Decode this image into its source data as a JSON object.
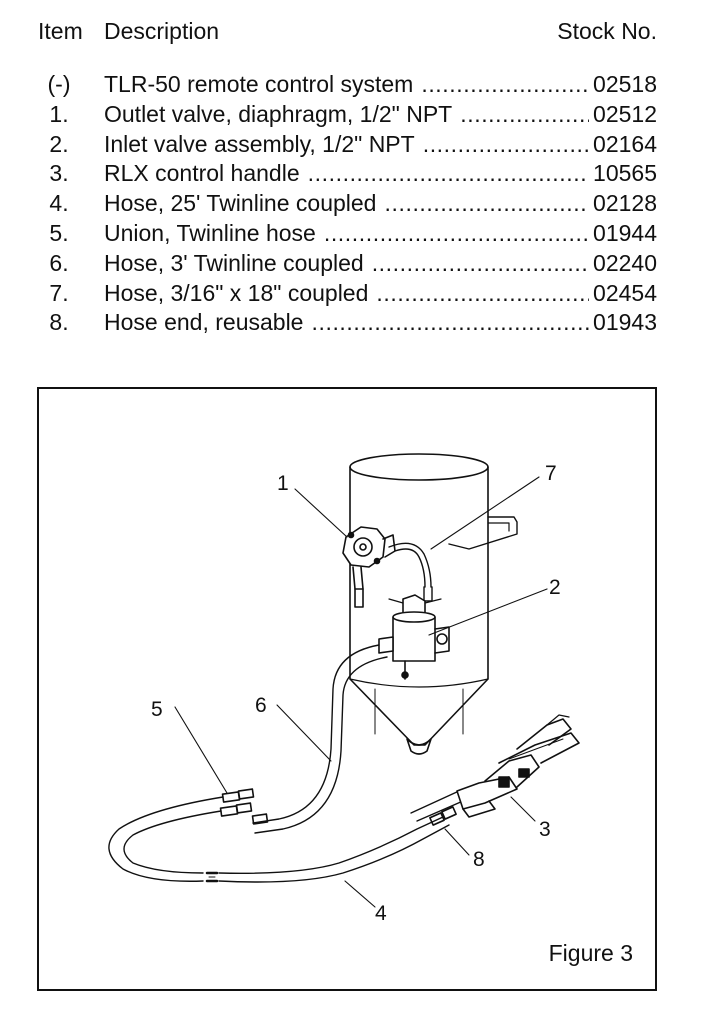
{
  "header": {
    "item": "Item",
    "description": "Description",
    "stock": "Stock No."
  },
  "parts": [
    {
      "num": "(-)",
      "description": "TLR-50 remote control system",
      "stock": "02518"
    },
    {
      "num": "1.",
      "description": "Outlet valve, diaphragm, 1/2\" NPT",
      "stock": "02512"
    },
    {
      "num": "2.",
      "description": "Inlet valve assembly, 1/2\" NPT",
      "stock": "02164"
    },
    {
      "num": "3.",
      "description": "RLX control handle",
      "stock": "10565"
    },
    {
      "num": "4.",
      "description": "Hose, 25' Twinline coupled",
      "stock": "02128"
    },
    {
      "num": "5.",
      "description": "Union, Twinline hose",
      "stock": "01944"
    },
    {
      "num": "6.",
      "description": "Hose, 3' Twinline coupled",
      "stock": "02240"
    },
    {
      "num": "7.",
      "description": "Hose, 3/16\" x 18\" coupled",
      "stock": "02454"
    },
    {
      "num": "8.",
      "description": "Hose end, reusable",
      "stock": "01943"
    }
  ],
  "figure": {
    "caption": "Figure 3",
    "callouts": [
      "1",
      "2",
      "3",
      "4",
      "5",
      "6",
      "7",
      "8"
    ]
  }
}
